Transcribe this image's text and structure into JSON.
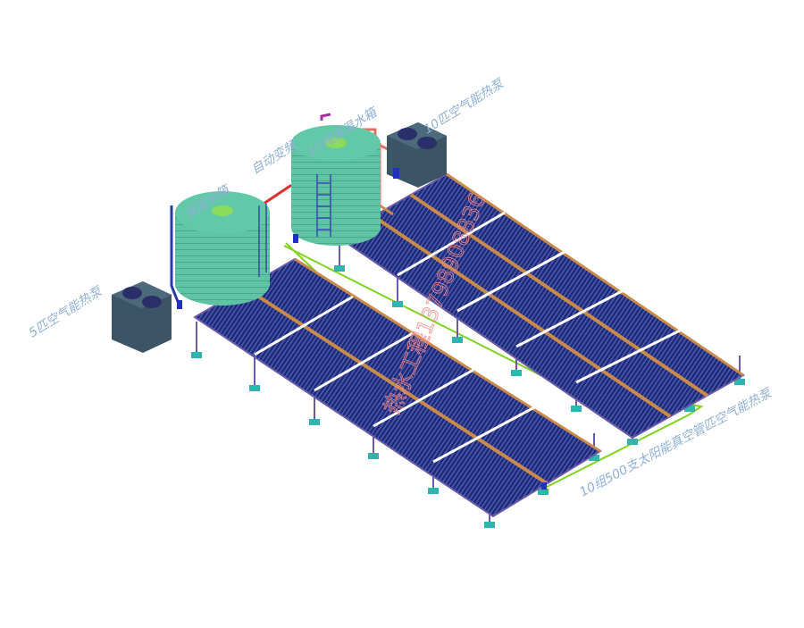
{
  "labels": {
    "heat_pump_small": "5匹空气能热泵",
    "heat_pump_large": "10匹空气能热泵",
    "tank_large": "10吨保温水箱",
    "tank_small": "保温水箱",
    "control": "自动变频",
    "collectors": "10组500支太阳能真空管匹空气能热泵"
  },
  "watermark": "热水工程13798908836",
  "colors": {
    "panel": "#1e2a7a",
    "tank": "#5fc4a4",
    "heat_pump": "#3b5566",
    "pipe_hot": "#d83030",
    "pipe_loop": "#7fd321",
    "frame": "#c98a4a",
    "foot": "#2fb5b0",
    "label": "#8fb0d6"
  }
}
